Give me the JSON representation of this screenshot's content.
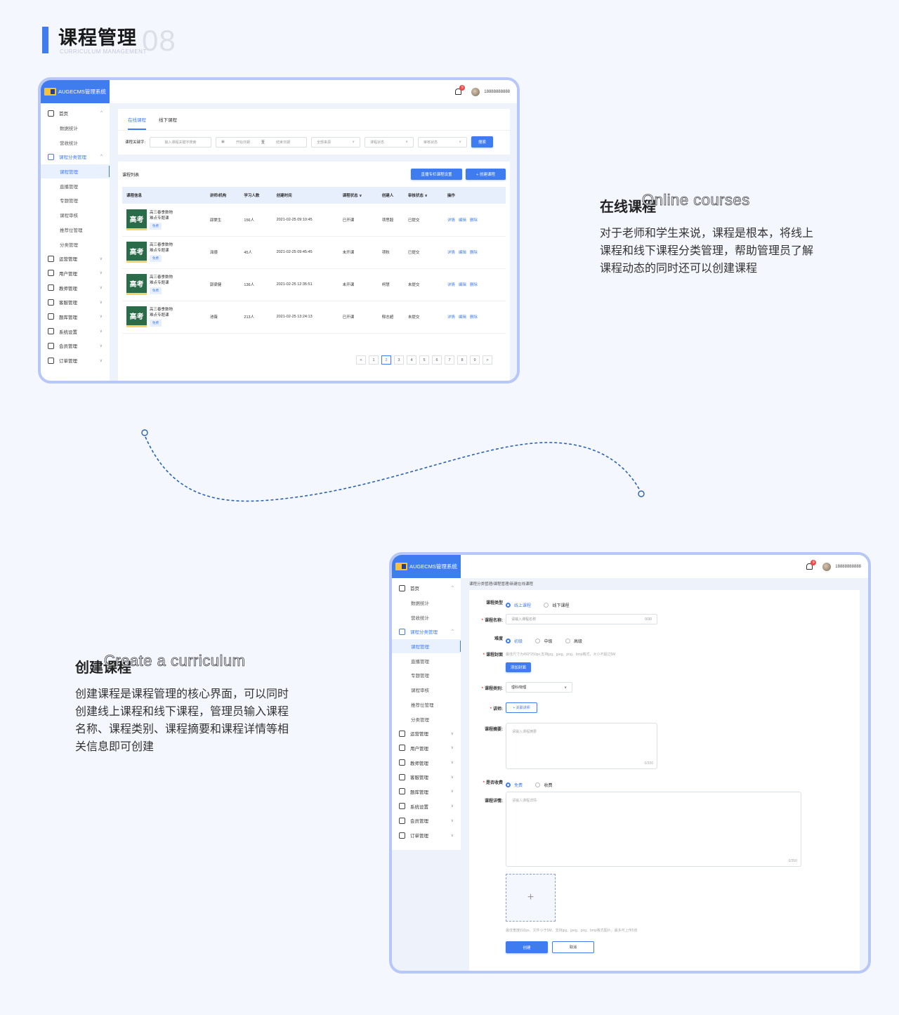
{
  "page": {
    "title": "课程管理",
    "subtitle": "CURRICULUM MANAGEMENT",
    "number": "08"
  },
  "app": {
    "name": "AUGECMS管理系统",
    "notification_count": "9",
    "username": "18888888888"
  },
  "sidebar": {
    "items": [
      {
        "label": "首页",
        "icon": "home-icon",
        "expanded": true
      },
      {
        "label": "数据统计",
        "sub": true
      },
      {
        "label": "营收统计",
        "sub": true
      },
      {
        "label": "课程分类管理",
        "icon": "list-icon",
        "expanded": true,
        "active": true
      },
      {
        "label": "课程管理",
        "sub": true,
        "selected": true
      },
      {
        "label": "直播管理",
        "sub": true
      },
      {
        "label": "专题管理",
        "sub": true
      },
      {
        "label": "课程审核",
        "sub": true
      },
      {
        "label": "推荐位管理",
        "sub": true
      },
      {
        "label": "分类管理",
        "sub": true
      },
      {
        "label": "运营管理",
        "icon": "monitor-icon"
      },
      {
        "label": "用户管理",
        "icon": "users-icon"
      },
      {
        "label": "教师管理",
        "icon": "teacher-icon"
      },
      {
        "label": "客服管理",
        "icon": "headset-icon"
      },
      {
        "label": "题库管理",
        "icon": "book-icon"
      },
      {
        "label": "系统设置",
        "icon": "gear-icon"
      },
      {
        "label": "会员管理",
        "icon": "diamond-icon"
      },
      {
        "label": "订单管理",
        "icon": "clipboard-icon"
      }
    ]
  },
  "list_screen": {
    "tabs": [
      "在线课程",
      "线下课程"
    ],
    "filter": {
      "keyword_label": "课程关键字:",
      "keyword_placeholder": "输入课程关键字搜索",
      "start_date": "开始日期",
      "date_sep": "至",
      "end_date": "结束日期",
      "source": "全部来源",
      "course_status": "课程状态",
      "review_status": "审核状态",
      "search": "搜索"
    },
    "list_title": "课程列表",
    "live_settings_button": "直播专栏课程设置",
    "create_button": "+ 创建课程",
    "columns": [
      "课程信息",
      "讲师/机构",
      "学习人数",
      "创建时间",
      "课程状态 ∨",
      "创建人",
      "审核状态 ∨",
      "操作"
    ],
    "rows": [
      {
        "title1": "高三春季数物",
        "title2": "难点专题课",
        "tag": "免费",
        "teacher": "邵棠生",
        "learners": "156人",
        "created": "2021-02-25 09:10:45",
        "status": "已开课",
        "creator": "项思毅",
        "review": "已提交"
      },
      {
        "title1": "高三春季数物",
        "title2": "难点专题课",
        "tag": "免费",
        "teacher": "泽顺",
        "learners": "45人",
        "created": "2021-02-25 09:45:45",
        "status": "未开课",
        "creator": "项秋",
        "review": "已提交"
      },
      {
        "title1": "高三春季数物",
        "title2": "难点专题课",
        "tag": "免费",
        "teacher": "郭梁健",
        "learners": "136人",
        "created": "2021-02-25 12:35:51",
        "status": "未开课",
        "creator": "柯慧",
        "review": "未提交"
      },
      {
        "title1": "高三春季数物",
        "title2": "难点专题课",
        "tag": "免费",
        "teacher": "池薇",
        "learners": "213人",
        "created": "2021-02-25 13:24:13",
        "status": "已开课",
        "creator": "郁志超",
        "review": "未提交"
      }
    ],
    "actions": [
      "详情",
      "编辑",
      "删除"
    ],
    "thumb_text": "高考",
    "pagination": [
      "<",
      "1",
      "2",
      "3",
      "4",
      "5",
      "6",
      "7",
      "8",
      "9",
      ">"
    ],
    "current_page": "2"
  },
  "section1": {
    "title": "在线课程",
    "ghost": "Online courses",
    "body": [
      "对于老师和学生来说，课程是根本，将线上",
      "课程和线下课程分类管理，帮助管理员了解",
      "课程动态的同时还可以创建课程"
    ]
  },
  "section2": {
    "title": "创建课程",
    "ghost": "Create a curriculum",
    "body": [
      "创建课程是课程管理的核心界面，可以同时",
      "创建线上课程和线下课程，管理员输入课程",
      "名称、课程类别、课程摘要和课程详情等相",
      "关信息即可创建"
    ]
  },
  "form_screen": {
    "breadcrumb": "课程分类管理/课程管理/新建在线课程",
    "course_type_label": "课程类型",
    "course_type_options": [
      "线上课程",
      "线下课程"
    ],
    "name_label": "课程名称:",
    "name_placeholder": "请输入课程名称",
    "name_count": "0/30",
    "difficulty_label": "难度",
    "difficulty_options": [
      "初级",
      "中级",
      "高级"
    ],
    "cover_label": "课程封面",
    "cover_hint": "最佳尺寸为450*250px,支持jpg、jpeg、png、bmp格式，大小不超过5M",
    "cover_button": "添加封面",
    "category_label": "课程类别:",
    "category_value": "理科/物理",
    "teacher_label": "讲师:",
    "teacher_button": "+ 关联讲师",
    "summary_label": "课程摘要:",
    "summary_placeholder": "请输入课程摘要",
    "summary_count": "0/200",
    "fee_label": "是否收费",
    "fee_options": [
      "免费",
      "收费"
    ],
    "detail_label": "课程详情:",
    "detail_placeholder": "请输入课程详情",
    "detail_count": "0/350",
    "upload_hint": "最佳宽度810px、文件小于5M、支持jpg、jpeg、png、bmp格式图片，最多可上传5张",
    "create_button": "创建",
    "cancel_button": "取消"
  },
  "colors": {
    "accent": "#3f7cf0",
    "frame": "#b7c7f8",
    "background": "#f4f7fe",
    "danger": "#f04848"
  }
}
